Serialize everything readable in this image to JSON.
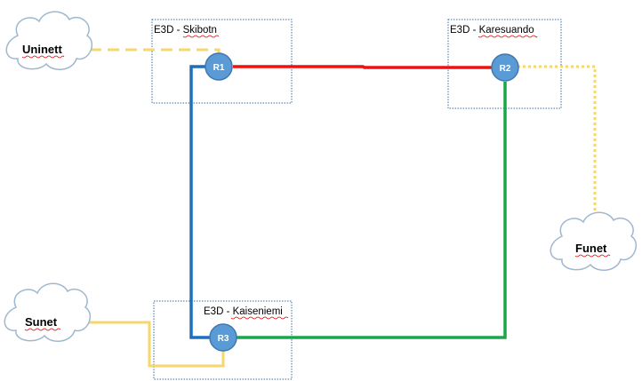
{
  "sites": {
    "skibotn": "E3D - Skibotn",
    "karesuando": "E3D - Karesuando",
    "kaiseniemi": "E3D - Kaiseniemi"
  },
  "routers": {
    "r1": "R1",
    "r2": "R2",
    "r3": "R3"
  },
  "clouds": {
    "uninett": "Uninett",
    "funet": "Funet",
    "sunet": "Sunet"
  },
  "colors": {
    "link_r1_r2": "#ee1111",
    "link_r1_r3": "#1f6fbf",
    "link_r2_r3": "#1aa64a",
    "uplink": "#f5d76e",
    "router_fill": "#5b9bd5",
    "router_stroke": "#3f78b0",
    "site_border": "#3a6ea5",
    "cloud_stroke": "#9fb7cf"
  }
}
